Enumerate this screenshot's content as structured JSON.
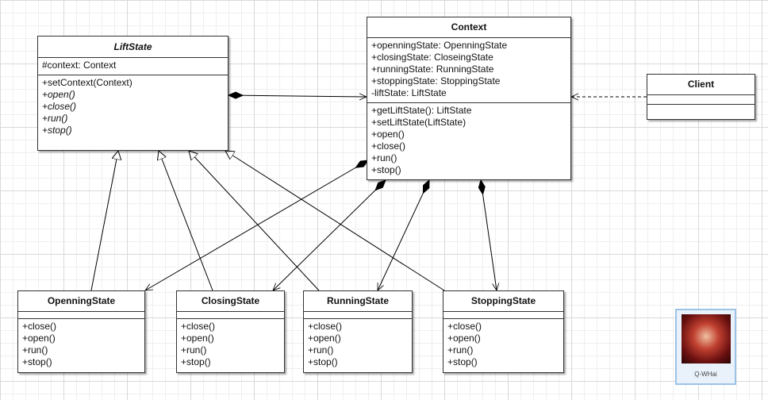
{
  "classes": {
    "liftstate": {
      "name": "LiftState",
      "attributes": [
        "#context: Context"
      ],
      "operations": [
        "+setContext(Context)",
        "+open()",
        "+close()",
        "+run()",
        "+stop()"
      ]
    },
    "context": {
      "name": "Context",
      "attributes": [
        "+openningState: OpenningState",
        "+closingState: CloseingState",
        "+runningState: RunningState",
        "+stoppingState: StoppingState",
        "-liftState: LiftState"
      ],
      "operations": [
        "+getLiftState(): LiftState",
        "+setLiftState(LiftState)",
        "+open()",
        "+close()",
        "+run()",
        "+stop()"
      ]
    },
    "client": {
      "name": "Client"
    },
    "openning": {
      "name": "OpenningState",
      "operations": [
        "+close()",
        "+open()",
        "+run()",
        "+stop()"
      ]
    },
    "closing": {
      "name": "ClosingState",
      "operations": [
        "+close()",
        "+open()",
        "+run()",
        "+stop()"
      ]
    },
    "running": {
      "name": "RunningState",
      "operations": [
        "+close()",
        "+open()",
        "+run()",
        "+stop()"
      ]
    },
    "stopping": {
      "name": "StoppingState",
      "operations": [
        "+close()",
        "+open()",
        "+run()",
        "+stop()"
      ]
    }
  },
  "avatar": {
    "caption": "Q-WHai"
  }
}
